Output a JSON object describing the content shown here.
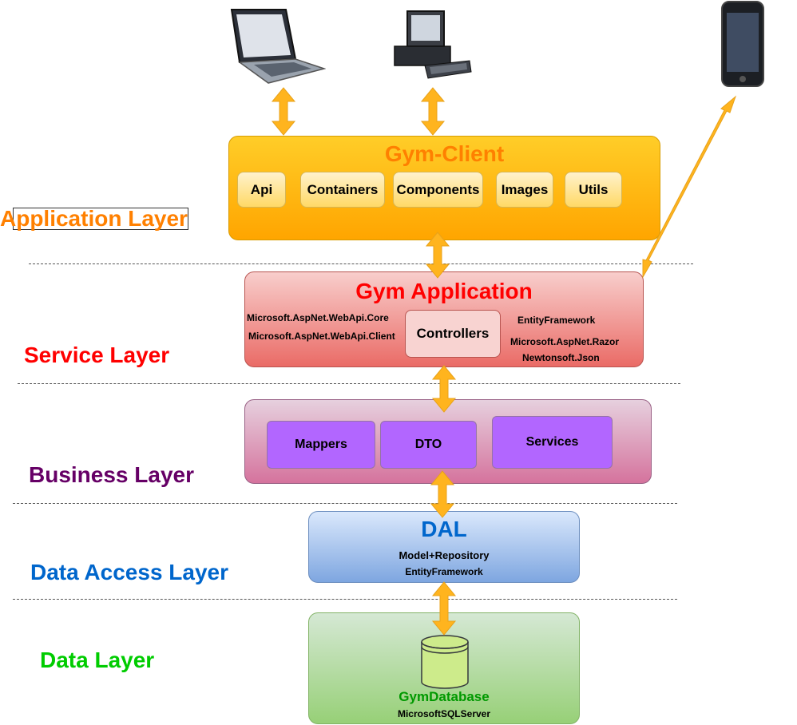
{
  "layers": {
    "application": "Application Layer",
    "service": "Service Layer",
    "business": "Business Layer",
    "data_access": "Data Access Layer",
    "data": "Data Layer"
  },
  "client": {
    "title": "Gym-Client",
    "modules": [
      "Api",
      "Containers",
      "Components",
      "Images",
      "Utils"
    ]
  },
  "application": {
    "title": "Gym Application",
    "left_libs": [
      "Microsoft.AspNet.WebApi.Core",
      "Microsoft.AspNet.WebApi.Client"
    ],
    "controllers": "Controllers",
    "right_libs": [
      "EntityFramework",
      "Microsoft.AspNet.Razor",
      "Newtonsoft.Json"
    ]
  },
  "business": {
    "items": [
      "Mappers",
      "DTO",
      "Services"
    ]
  },
  "dal": {
    "title": "DAL",
    "subtitle": "Model+Repository",
    "framework": "EntityFramework"
  },
  "database": {
    "name": "GymDatabase",
    "engine": "MicrosoftSQLServer"
  },
  "colors": {
    "application_layer": "#ff8000",
    "service_layer": "#ff0000",
    "business_layer": "#660066",
    "data_access_layer": "#0066cc",
    "data_layer": "#00cc00",
    "arrow": "#ffb41e"
  },
  "icons": [
    "laptop-icon",
    "desktop-icon",
    "smartphone-icon",
    "database-icon"
  ]
}
